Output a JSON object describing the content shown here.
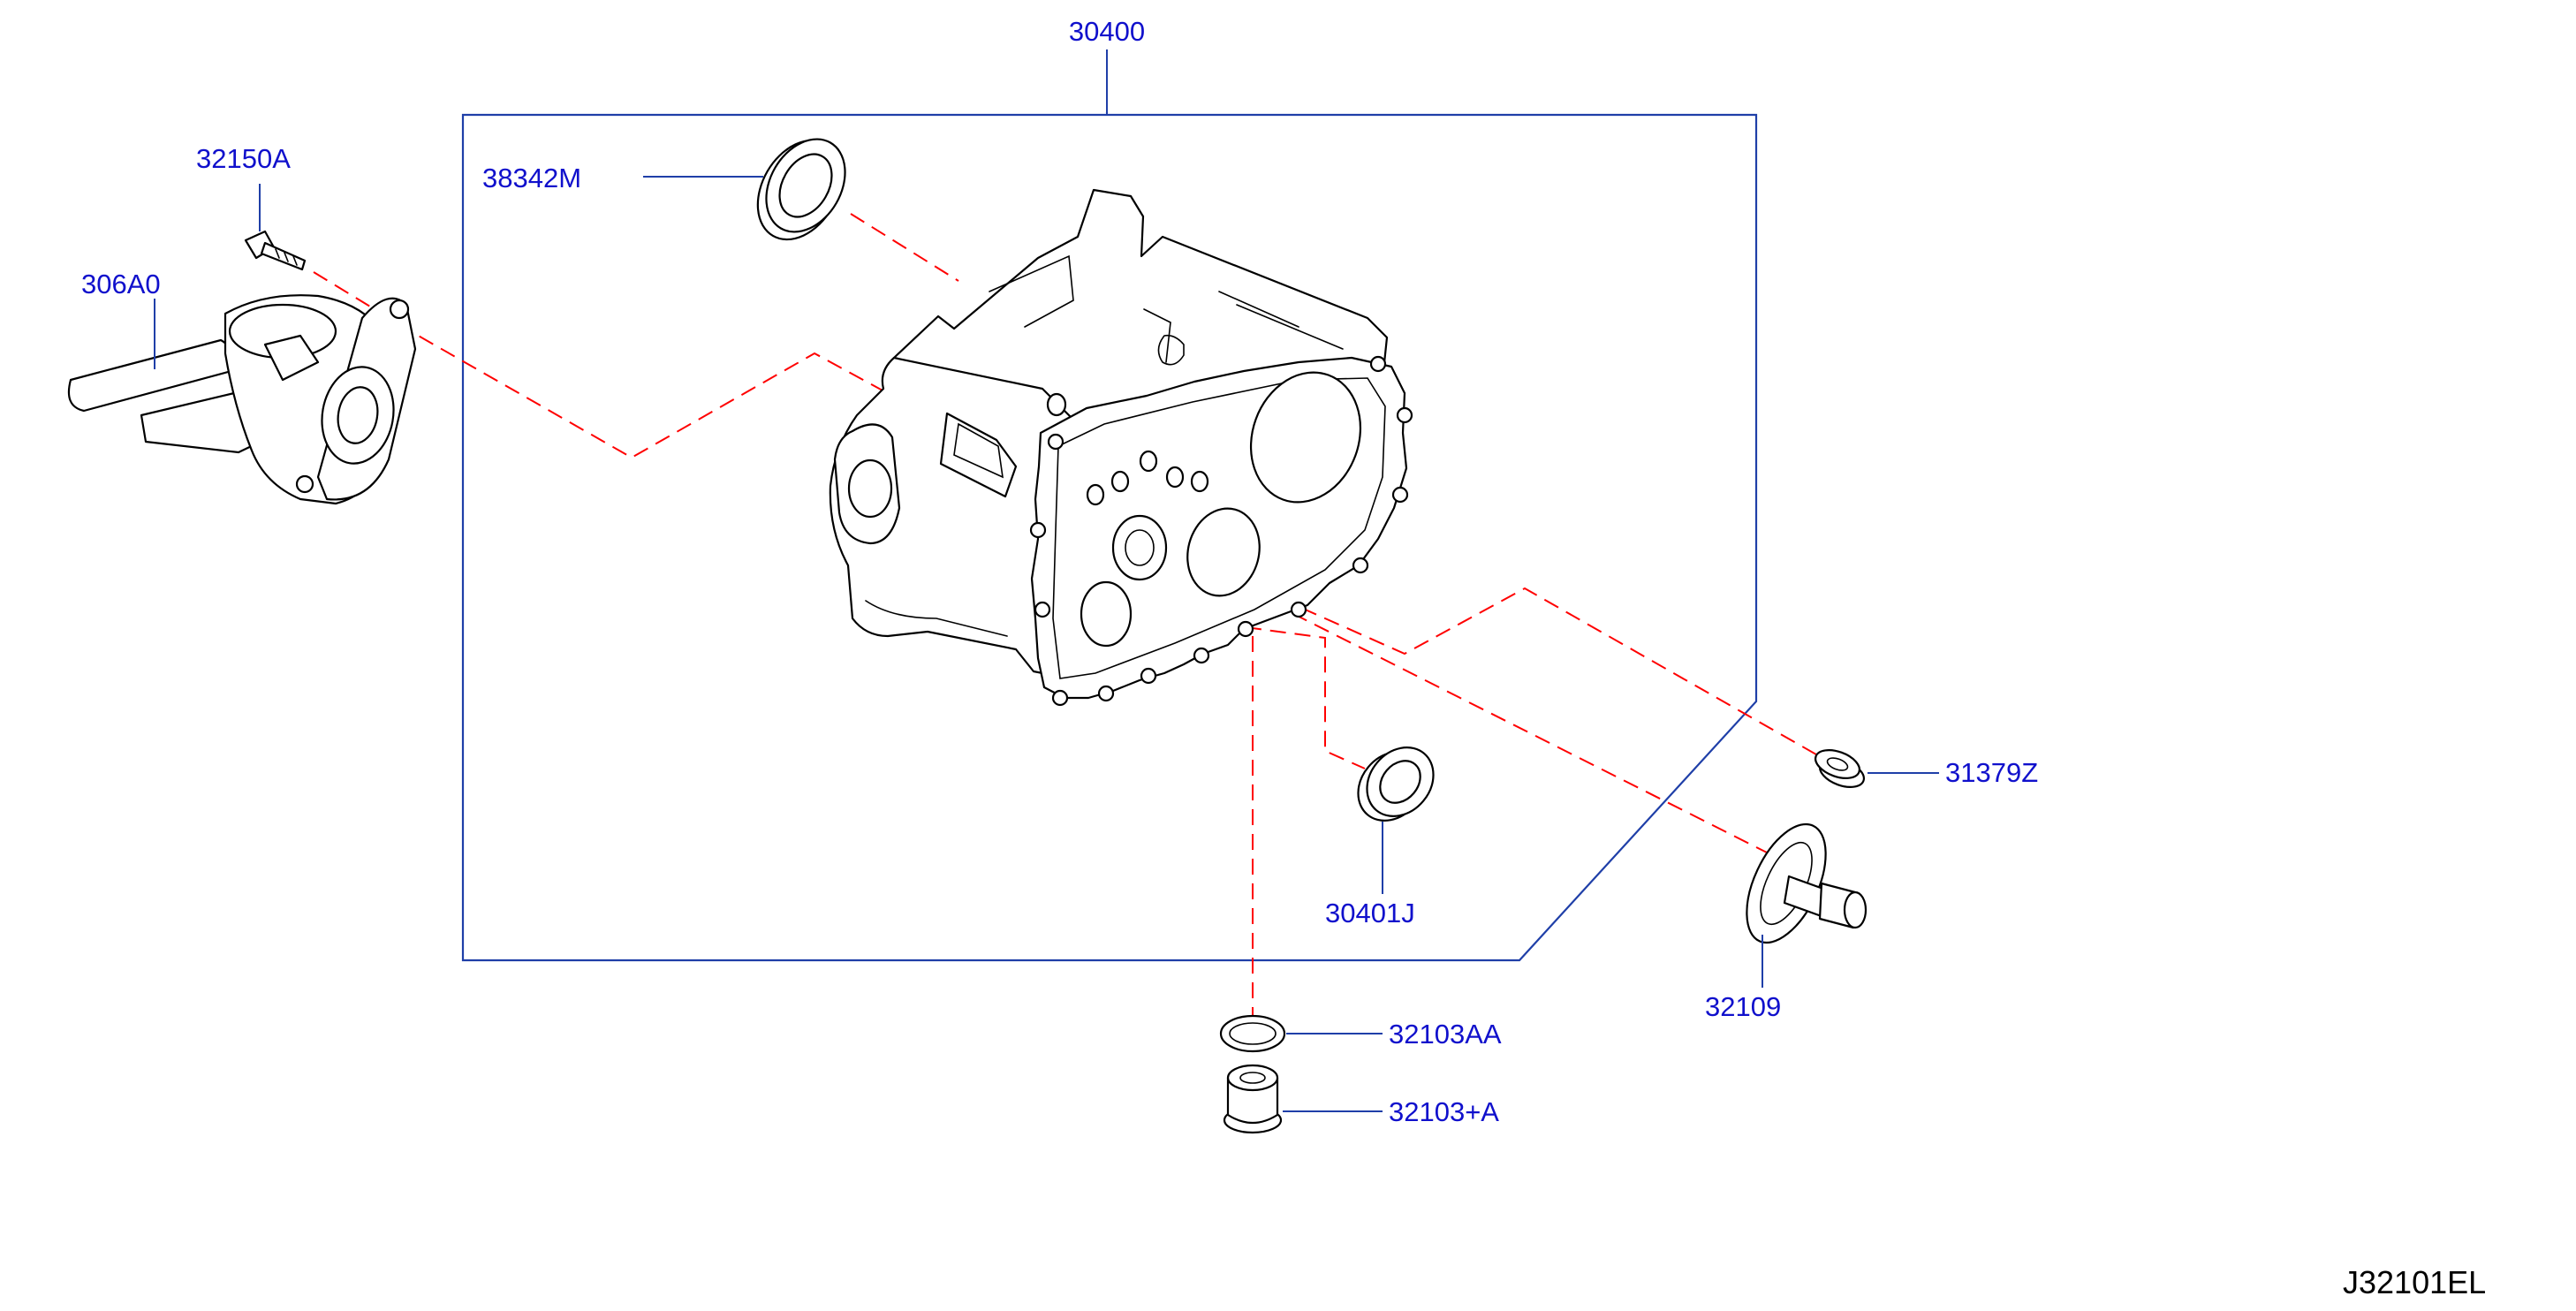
{
  "colors": {
    "label": "#1010cc",
    "leader": "#1f3fa8",
    "dash": "#ff0000",
    "drawing": "#000000",
    "background": "#ffffff"
  },
  "diagram_code": "J32101EL",
  "callouts": {
    "case_assembly": "30400",
    "oil_seal": "38342M",
    "bolt": "32150A",
    "release_bearing": "306A0",
    "plug_washer": "31379Z",
    "bushing_seal": "30401J",
    "pivot": "32109",
    "gasket": "32103AA",
    "drain_plug": "32103+A"
  }
}
